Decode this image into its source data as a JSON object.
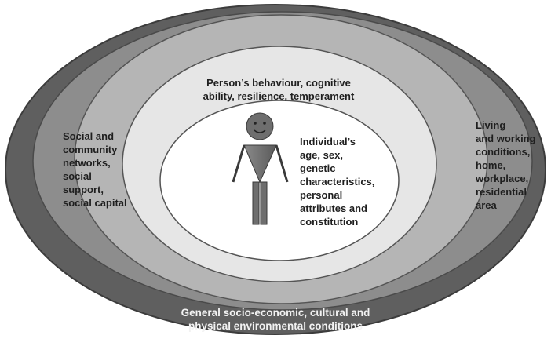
{
  "diagram": {
    "outer_label": "General socio-economic, cultural and\nphysical environmental conditions",
    "left_label": "Social and\ncommunity\nnetworks,\nsocial\nsupport,\nsocial capital",
    "right_label": "Living\nand working\nconditions,\nhome,\nworkplace,\nresidential\narea",
    "middle_label": "Person’s behaviour, cognitive\nability, resilience,  temperament",
    "inner_label": "Individual’s\nage, sex,\ngenetic\ncharacteristics,\npersonal\nattributes and\nconstitution",
    "colors": {
      "outer_ring": "#5f5f5f",
      "second_ring": "#8d8d8d",
      "third_ring": "#b5b5b5",
      "fourth_ring": "#e6e6e6",
      "core": "#ffffff",
      "figure": "#6e6e6e"
    },
    "icons": [
      "person-figure-icon"
    ]
  }
}
